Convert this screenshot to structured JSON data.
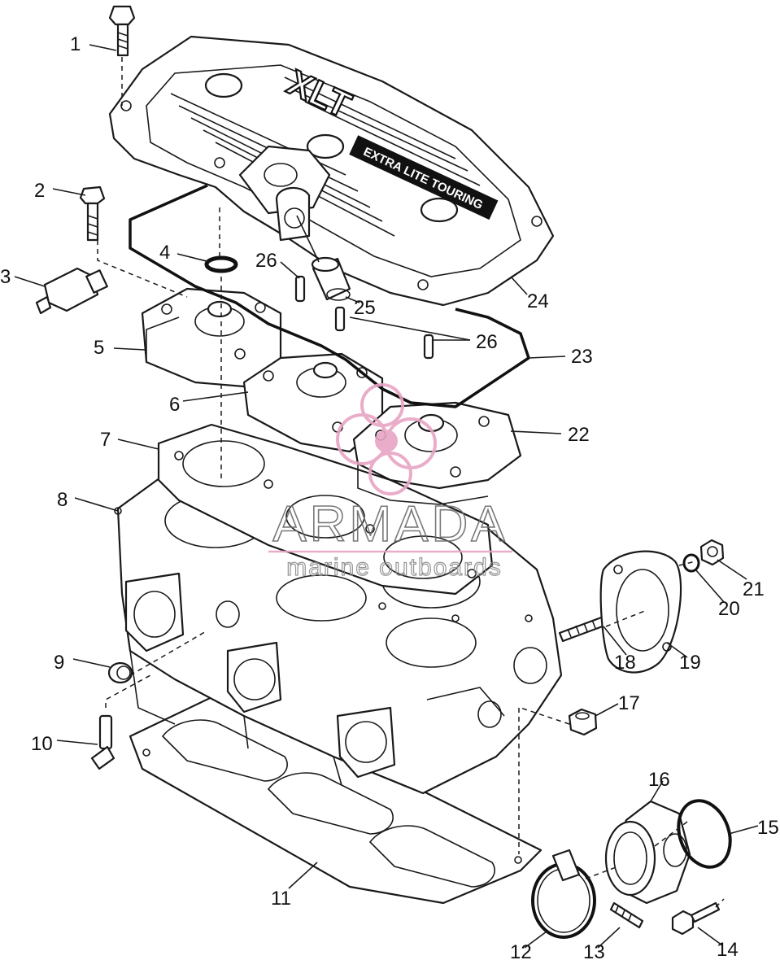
{
  "engine_text": {
    "cover_model": "XLT",
    "cover_badge": "EXTRA LITE TOURING"
  },
  "callouts": [
    {
      "number": "1",
      "part": "bolt"
    },
    {
      "number": "2",
      "part": "bolt"
    },
    {
      "number": "3",
      "part": "temperature-sender"
    },
    {
      "number": "4",
      "part": "o-ring"
    },
    {
      "number": "5",
      "part": "cylinder-head-left"
    },
    {
      "number": "6",
      "part": "cylinder-head-center"
    },
    {
      "number": "7",
      "part": "head-gasket"
    },
    {
      "number": "8",
      "part": "cylinder-block"
    },
    {
      "number": "9",
      "part": "plug-cap"
    },
    {
      "number": "10",
      "part": "grease-fitting"
    },
    {
      "number": "11",
      "part": "base-gasket"
    },
    {
      "number": "12",
      "part": "hose-clamp"
    },
    {
      "number": "13",
      "part": "screw"
    },
    {
      "number": "14",
      "part": "bolt"
    },
    {
      "number": "15",
      "part": "o-ring"
    },
    {
      "number": "16",
      "part": "intake-adapter"
    },
    {
      "number": "17",
      "part": "nut"
    },
    {
      "number": "18",
      "part": "stud"
    },
    {
      "number": "19",
      "part": "exhaust-gasket"
    },
    {
      "number": "20",
      "part": "washer"
    },
    {
      "number": "21",
      "part": "nut"
    },
    {
      "number": "22",
      "part": "cylinder-head-right"
    },
    {
      "number": "23",
      "part": "seal-cord"
    },
    {
      "number": "24",
      "part": "cylinder-head-cover"
    },
    {
      "number": "25",
      "part": "hose-fitting"
    },
    {
      "number": "26",
      "part": "dowel-pin"
    }
  ],
  "watermark": {
    "brand": "ARMADA",
    "tagline": "marine outboards",
    "color": "#e8a5c4"
  },
  "colors": {
    "ink": "#1a1a1a",
    "background": "#ffffff",
    "watermark_pink": "#e8a5c4",
    "watermark_gray": "#9a9a9a"
  }
}
